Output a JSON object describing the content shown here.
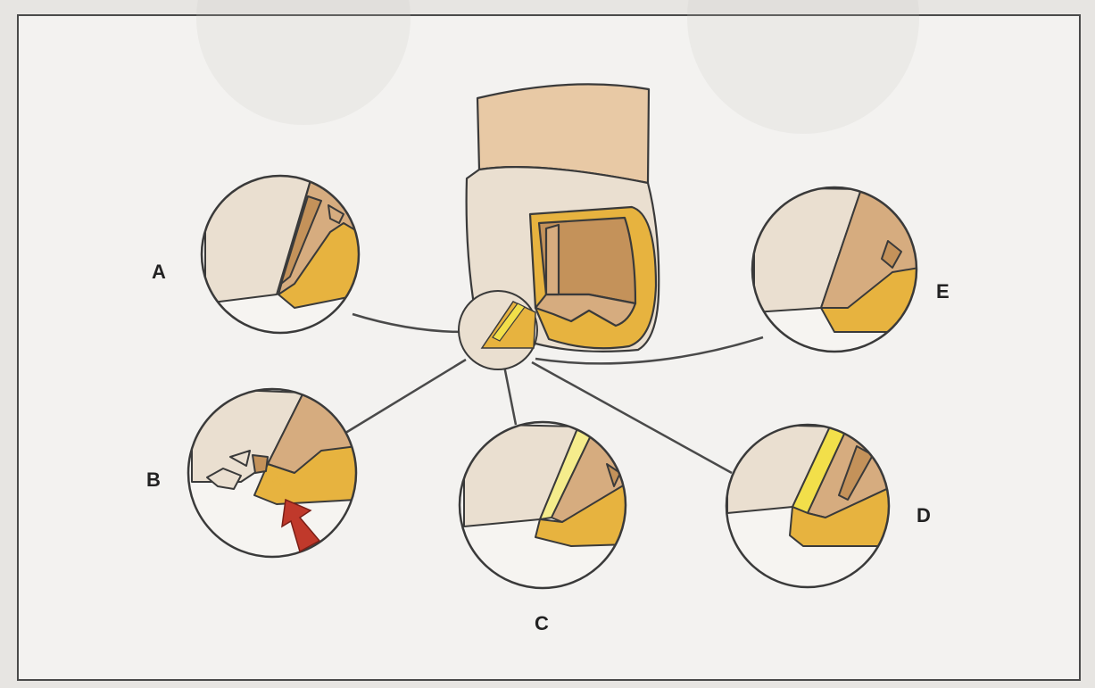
{
  "colors": {
    "enamel": "#eadfd0",
    "dentin_tan": "#d6ac7f",
    "dentin_dark": "#c4925a",
    "pulp_gold": "#e7b33f",
    "bright_yellow": "#f2df4a",
    "pale_yellow": "#f5ec8c",
    "root_upper": "#e8c9a5",
    "arrow_red": "#c0392b",
    "outline": "#3a3a3a"
  },
  "labels": {
    "a": "A",
    "b": "B",
    "c": "C",
    "d": "D",
    "e": "E"
  },
  "icons": {
    "pointer": "red-arrow-icon"
  }
}
